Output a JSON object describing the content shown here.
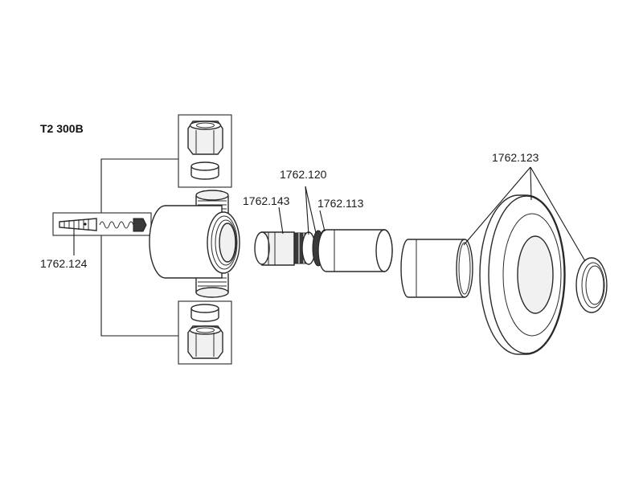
{
  "title": "T2 300B",
  "labels": {
    "adjust_screw": "1762.124",
    "cartridge": "1762.143",
    "o_rings": "1762.120",
    "sleeve": "1762.113",
    "trim_kit": "1762.123"
  }
}
